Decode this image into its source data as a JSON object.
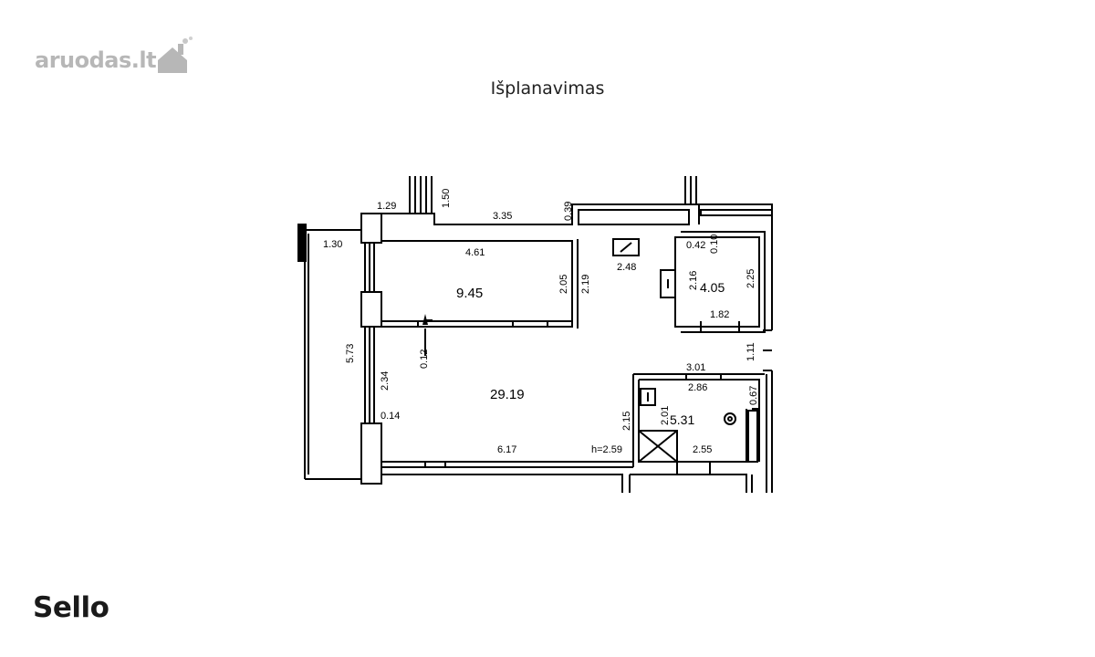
{
  "watermark": {
    "site": "aruodas",
    "tld": ".lt"
  },
  "page": {
    "title": "Išplanavimas"
  },
  "brand": {
    "name": "Sello"
  },
  "plan": {
    "areas": {
      "room1": "9.45",
      "room2": "4.05",
      "living": "29.19",
      "bath": "5.31"
    },
    "ceiling_height": "h=2.59",
    "dims": {
      "top_left_129": "1.29",
      "top_150": "1.50",
      "top_335": "3.35",
      "top_039": "0.39",
      "balcony_130": "1.30",
      "room1_461": "4.61",
      "room1_205": "2.05",
      "corridor_219": "2.19",
      "corridor_248": "2.48",
      "room2_042": "0.42",
      "room2_010": "0.10",
      "room2_216": "2.16",
      "room2_225": "2.25",
      "room2_182": "1.82",
      "side_111": "1.11",
      "left_573": "5.73",
      "left_234": "2.34",
      "left_012": "0.12",
      "left_014": "0.14",
      "living_617": "6.17",
      "bath_215": "2.15",
      "bath_301": "3.01",
      "bath_286": "2.86",
      "bath_067": "0.67",
      "bath_201": "2.01",
      "bath_255": "2.55"
    }
  }
}
